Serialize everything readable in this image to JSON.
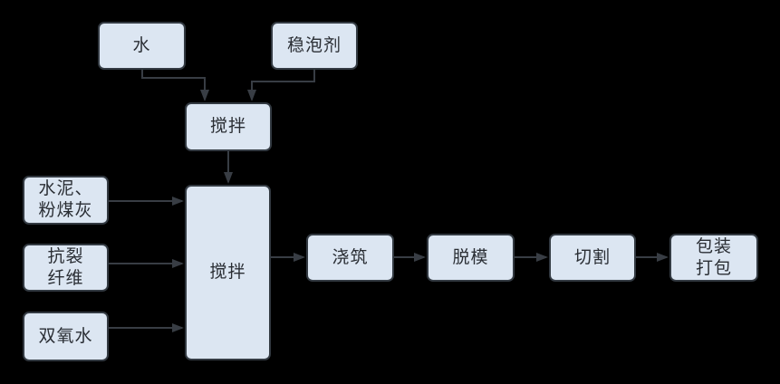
{
  "diagram": {
    "type": "flowchart",
    "colors": {
      "background": "#000000",
      "node_fill": "#dce6f2",
      "node_border": "#333a42",
      "connector": "#383d44",
      "text": "#2a2e34"
    },
    "nodes": {
      "water": {
        "label": "水"
      },
      "stabilizer": {
        "label": "稳泡剂"
      },
      "mix1": {
        "label": "搅拌"
      },
      "cement": {
        "label": "水泥、\n粉煤灰"
      },
      "fiber": {
        "label": "抗裂\n纤维"
      },
      "peroxide": {
        "label": "双氧水"
      },
      "mix2": {
        "label": "搅拌"
      },
      "pour": {
        "label": "浇筑"
      },
      "demold": {
        "label": "脱模"
      },
      "cut": {
        "label": "切割"
      },
      "pack": {
        "label": "包装\n打包"
      }
    },
    "edges": [
      {
        "from": "water",
        "to": "mix1"
      },
      {
        "from": "stabilizer",
        "to": "mix1"
      },
      {
        "from": "mix1",
        "to": "mix2"
      },
      {
        "from": "cement",
        "to": "mix2"
      },
      {
        "from": "fiber",
        "to": "mix2"
      },
      {
        "from": "peroxide",
        "to": "mix2"
      },
      {
        "from": "mix2",
        "to": "pour"
      },
      {
        "from": "pour",
        "to": "demold"
      },
      {
        "from": "demold",
        "to": "cut"
      },
      {
        "from": "cut",
        "to": "pack"
      }
    ]
  }
}
